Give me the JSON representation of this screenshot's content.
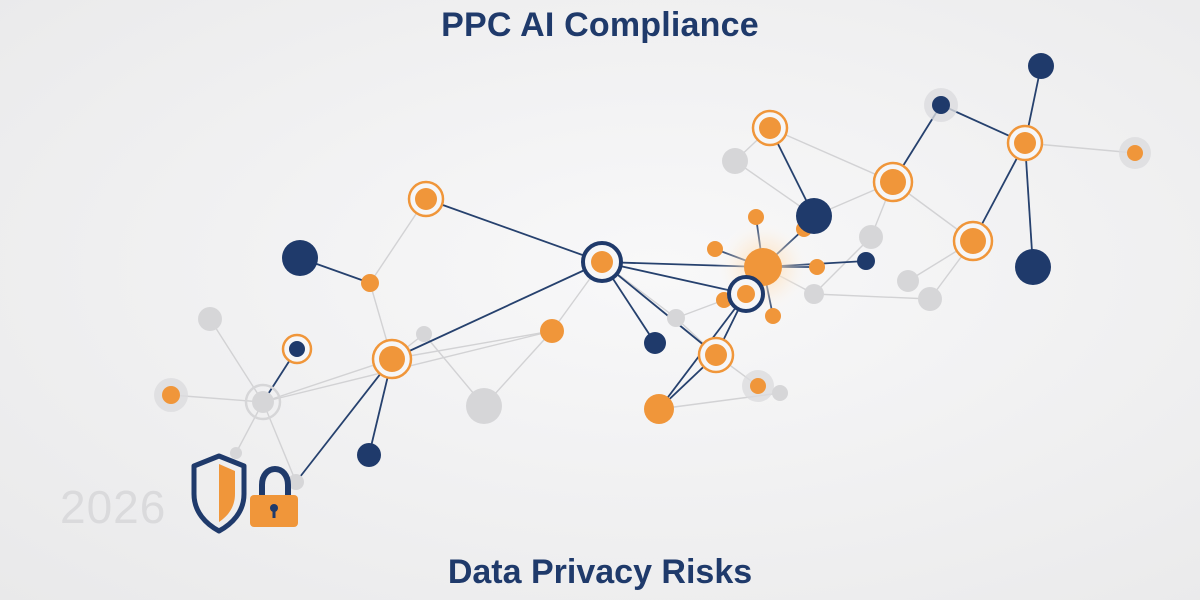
{
  "header": {
    "title": "PPC AI Compliance"
  },
  "footer": {
    "subtitle": "Data Privacy Risks"
  },
  "watermark": {
    "year": "2026"
  },
  "colors": {
    "navy": "#1f3a6b",
    "orange": "#f0963a",
    "gray": "#d6d6d8",
    "link_dark": "#26416e",
    "link_light": "#d2d2d4",
    "year": "#dadadc"
  },
  "icons": {
    "shield": "shield-icon",
    "lock": "padlock-icon"
  }
}
